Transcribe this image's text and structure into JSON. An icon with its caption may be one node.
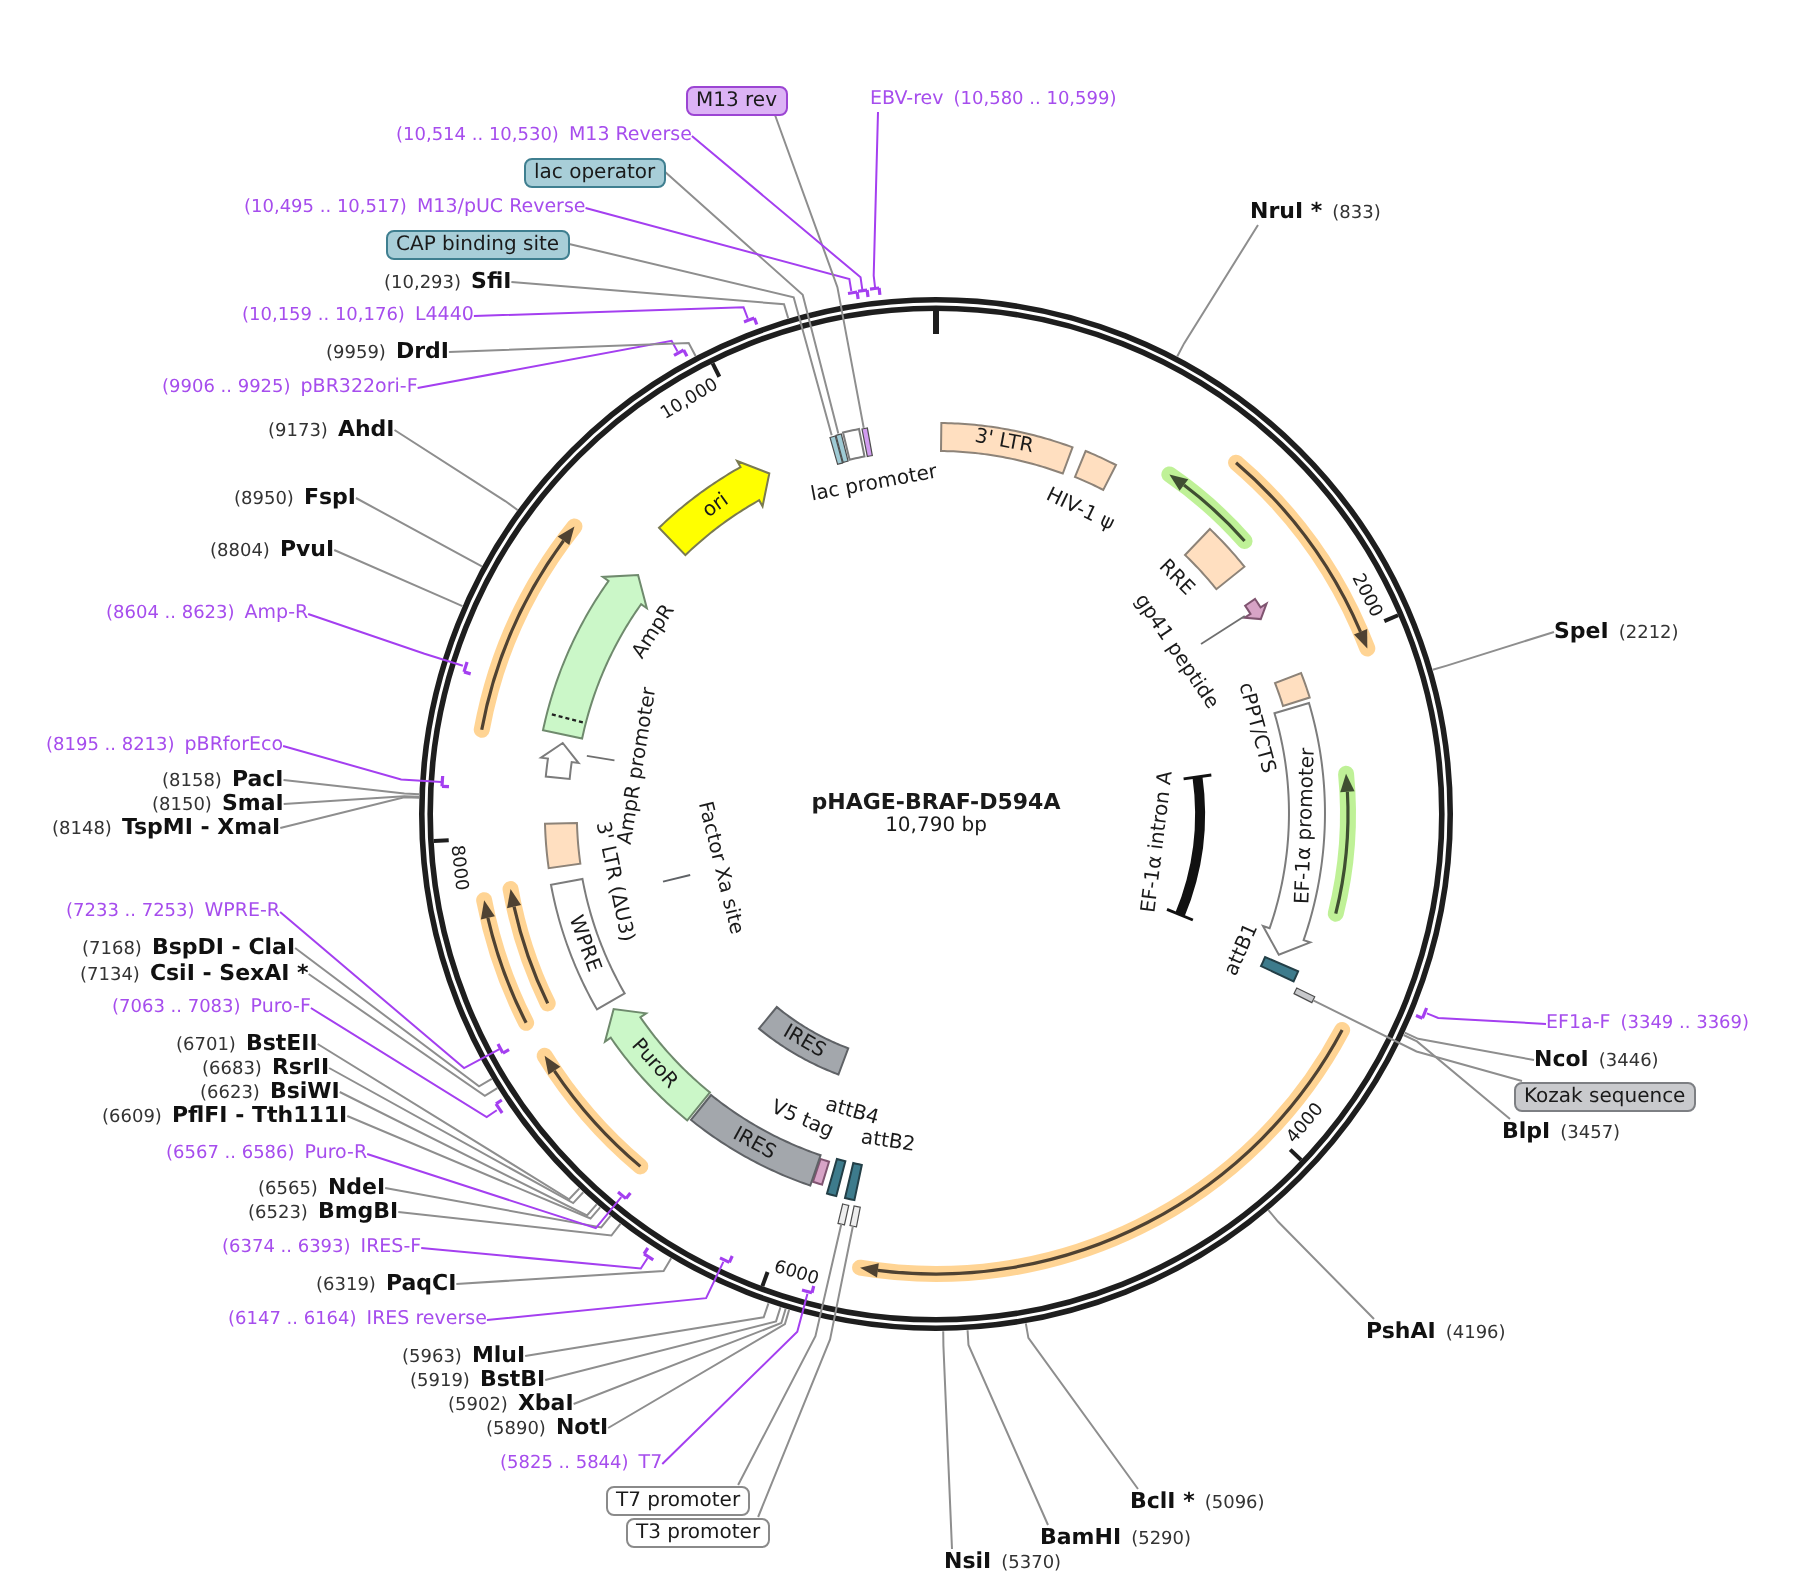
{
  "diagram": {
    "nodes": [
      {
        "text": [
          "pHAGE-BRAF-D594A",
          "10,790 bp"
        ]
      },
      {
        "text": [
          "3' LTR"
        ],
        "in": 0
      },
      {
        "text": [
          "HIV-1 ψ"
        ],
        "in": 0
      },
      {
        "text": [
          "RRE"
        ],
        "in": 0
      },
      {
        "text": [
          "gp41 peptide"
        ],
        "in": 0
      },
      {
        "text": [
          "cPPT/CTS"
        ],
        "in": 0
      },
      {
        "text": [
          "EF-1α promoter"
        ],
        "in": 0
      },
      {
        "text": [
          "EF-1α intron A"
        ],
        "in": 0
      },
      {
        "text": [
          "attB1"
        ],
        "in": 0
      },
      {
        "text": [
          "attB2"
        ],
        "in": 0
      },
      {
        "text": [
          "attB4"
        ],
        "in": 0
      },
      {
        "text": [
          "V5 tag"
        ],
        "in": 0
      },
      {
        "text": [
          "IRES"
        ],
        "in": 0
      },
      {
        "text": [
          "IRES"
        ],
        "in": 0
      },
      {
        "text": [
          "PuroR"
        ],
        "in": 0
      },
      {
        "text": [
          "WPRE"
        ],
        "in": 0
      },
      {
        "text": [
          "Factor Xa site"
        ],
        "in": 0
      },
      {
        "text": [
          "3' LTR (ΔU3)"
        ],
        "in": 0
      },
      {
        "text": [
          "AmpR promoter"
        ],
        "in": 0
      },
      {
        "text": [
          "AmpR"
        ],
        "in": 0
      },
      {
        "text": [
          "ori"
        ],
        "in": 0
      },
      {
        "text": [
          "lac promoter"
        ],
        "in": 0
      },
      {
        "text": [
          "NruI *",
          "(833)"
        ]
      },
      {
        "text": [
          "SpeI",
          "(2212)"
        ]
      },
      {
        "text": [
          "EF1a-F",
          "(3349 .. 3369)"
        ]
      },
      {
        "text": [],
        "shape": "arrow"
      },
      {
        "text": [
          "NcoI",
          "(3446)"
        ]
      },
      {
        "text": [
          "Kozak sequence"
        ]
      },
      {
        "text": [],
        "shape": "bar",
        "in": 0
      },
      {
        "text": [
          "BlpI",
          "(3457)"
        ]
      },
      {
        "text": [
          "PshAI",
          "(4196)"
        ]
      },
      {
        "text": [
          "BclI *",
          "(5096)"
        ]
      },
      {
        "text": [
          "BamHI",
          "(5290)"
        ]
      },
      {
        "text": [
          "NsiI",
          "(5370)"
        ]
      },
      {
        "text": [
          "T3 promoter"
        ]
      },
      {
        "text": [],
        "shape": "bar",
        "in": 0
      },
      {
        "text": [
          "T7 promoter"
        ]
      },
      {
        "text": [],
        "shape": "bar",
        "in": 0
      },
      {
        "text": [
          "(5825 .. 5844)",
          "T7"
        ]
      },
      {
        "text": [],
        "shape": "arrow",
        "in": 0
      },
      {
        "text": [
          "(5890)",
          "NotI"
        ]
      },
      {
        "text": [
          "(5902)",
          "XbaI"
        ]
      },
      {
        "text": [
          "(5919)",
          "BstBI"
        ]
      },
      {
        "text": [
          "(5963)",
          "MluI"
        ]
      },
      {
        "text": [
          "(6147 .. 6164)",
          "IRES reverse"
        ]
      },
      {
        "text": [],
        "shape": "arrow",
        "in": 0
      },
      {
        "text": [
          "(6319)",
          "PaqCI"
        ]
      },
      {
        "text": [
          "(6374 .. 6393)",
          "IRES-F"
        ]
      },
      {
        "text": [],
        "shape": "arrow"
      },
      {
        "text": [
          "(6523)",
          "BmgBI"
        ]
      },
      {
        "text": [
          "(6565)",
          "NdeI"
        ]
      },
      {
        "text": [
          "(6567 .. 6586)",
          "Puro-R"
        ]
      },
      {
        "text": [],
        "shape": "arrow",
        "in": 0
      },
      {
        "text": [
          "(6609)",
          "PflFI - Tth111I"
        ]
      },
      {
        "text": [
          "(6623)",
          "BsiWI"
        ]
      },
      {
        "text": [
          "(6683)",
          "RsrII"
        ]
      },
      {
        "text": [
          "(6701)",
          "BstEII"
        ]
      },
      {
        "text": [
          "(7063 .. 7083)",
          "Puro-F"
        ]
      },
      {
        "text": [],
        "shape": "arrow"
      },
      {
        "text": [
          "(7134)",
          "CsiI - SexAI *"
        ]
      },
      {
        "text": [
          "(7168)",
          "BspDI - ClaI"
        ]
      },
      {
        "text": [
          "(7233 .. 7253)",
          "WPRE-R"
        ]
      },
      {
        "text": [],
        "shape": "arrow",
        "in": 0
      },
      {
        "text": [
          "(8148)",
          "TspMI - XmaI"
        ]
      },
      {
        "text": [
          "(8150)",
          "SmaI"
        ]
      },
      {
        "text": [
          "(8158)",
          "PacI"
        ]
      },
      {
        "text": [
          "(8195 .. 8213)",
          "pBRforEco"
        ]
      },
      {
        "text": [],
        "shape": "arrow",
        "in": 0
      },
      {
        "text": [
          "(8604 .. 8623)",
          "Amp-R"
        ]
      },
      {
        "text": [],
        "shape": "arrow",
        "in": 0
      },
      {
        "text": [
          "(8804)",
          "PvuI"
        ]
      },
      {
        "text": [
          "(8950)",
          "FspI"
        ]
      },
      {
        "text": [
          "(9173)",
          "AhdI"
        ]
      },
      {
        "text": [
          "(9906 .. 9925)",
          "pBR322ori-F"
        ]
      },
      {
        "text": [],
        "shape": "arrow"
      },
      {
        "text": [
          "(9959)",
          "DrdI"
        ]
      },
      {
        "text": [
          "(10,159 .. 10,176)",
          "L4440"
        ]
      },
      {
        "text": [],
        "shape": "arrow"
      },
      {
        "text": [
          "(10,293)",
          "SfiI"
        ]
      },
      {
        "text": [
          "CAP binding site"
        ]
      },
      {
        "text": [],
        "shape": "bar",
        "in": 0
      },
      {
        "text": [
          "lac operator"
        ]
      },
      {
        "text": [],
        "shape": "bar",
        "in": 0
      },
      {
        "text": [
          "(10,495 .. 10,517)",
          "M13/pUC Reverse"
        ]
      },
      {
        "text": [],
        "shape": "arrow"
      },
      {
        "text": [
          "M13 rev"
        ]
      },
      {
        "text": [],
        "shape": "bar",
        "in": 0
      },
      {
        "text": [
          "(10,514 .. 10,530)",
          "M13 Reverse"
        ]
      },
      {
        "text": [],
        "shape": "arrow"
      },
      {
        "text": [
          "EBV-rev",
          "(10,580 .. 10,599)"
        ]
      },
      {
        "text": [],
        "shape": "arrow"
      }
    ],
    "edges": [
      {
        "from": 22,
        "to": 0,
        "arrow": "none"
      },
      {
        "from": 23,
        "to": 0,
        "arrow": "none"
      },
      {
        "from": 24,
        "to": 25,
        "arrow": "none",
        "color": "#a43ff0"
      },
      {
        "from": 26,
        "to": 0,
        "arrow": "none"
      },
      {
        "from": 27,
        "to": 28,
        "arrow": "none"
      },
      {
        "from": 29,
        "to": 0,
        "arrow": "none"
      },
      {
        "from": 30,
        "to": 0,
        "arrow": "none"
      },
      {
        "from": 31,
        "to": 0,
        "arrow": "none"
      },
      {
        "from": 32,
        "to": 0,
        "arrow": "none"
      },
      {
        "from": 33,
        "to": 0,
        "arrow": "none"
      },
      {
        "from": 34,
        "to": 35,
        "arrow": "none"
      },
      {
        "from": 36,
        "to": 37,
        "arrow": "none"
      },
      {
        "from": 38,
        "to": 39,
        "arrow": "none",
        "color": "#a43ff0"
      },
      {
        "from": 40,
        "to": 0,
        "arrow": "none"
      },
      {
        "from": 41,
        "to": 0,
        "arrow": "none"
      },
      {
        "from": 42,
        "to": 0,
        "arrow": "none"
      },
      {
        "from": 43,
        "to": 0,
        "arrow": "none"
      },
      {
        "from": 44,
        "to": 45,
        "arrow": "none",
        "color": "#a43ff0"
      },
      {
        "from": 46,
        "to": 0,
        "arrow": "none"
      },
      {
        "from": 47,
        "to": 48,
        "arrow": "none",
        "color": "#a43ff0"
      },
      {
        "from": 49,
        "to": 0,
        "arrow": "none"
      },
      {
        "from": 50,
        "to": 0,
        "arrow": "none"
      },
      {
        "from": 51,
        "to": 52,
        "arrow": "none",
        "color": "#a43ff0"
      },
      {
        "from": 53,
        "to": 0,
        "arrow": "none"
      },
      {
        "from": 54,
        "to": 0,
        "arrow": "none"
      },
      {
        "from": 55,
        "to": 0,
        "arrow": "none"
      },
      {
        "from": 56,
        "to": 0,
        "arrow": "none"
      },
      {
        "from": 57,
        "to": 58,
        "arrow": "none",
        "color": "#a43ff0"
      },
      {
        "from": 59,
        "to": 0,
        "arrow": "none"
      },
      {
        "from": 60,
        "to": 0,
        "arrow": "none"
      },
      {
        "from": 61,
        "to": 62,
        "arrow": "none",
        "color": "#a43ff0"
      },
      {
        "from": 63,
        "to": 0,
        "arrow": "none"
      },
      {
        "from": 64,
        "to": 0,
        "arrow": "none"
      },
      {
        "from": 65,
        "to": 0,
        "arrow": "none"
      },
      {
        "from": 66,
        "to": 67,
        "arrow": "none",
        "color": "#a43ff0"
      },
      {
        "from": 68,
        "to": 69,
        "arrow": "none",
        "color": "#a43ff0"
      },
      {
        "from": 70,
        "to": 0,
        "arrow": "none"
      },
      {
        "from": 71,
        "to": 0,
        "arrow": "none"
      },
      {
        "from": 72,
        "to": 0,
        "arrow": "none"
      },
      {
        "from": 73,
        "to": 74,
        "arrow": "none",
        "color": "#a43ff0"
      },
      {
        "from": 75,
        "to": 0,
        "arrow": "none"
      },
      {
        "from": 76,
        "to": 77,
        "arrow": "none",
        "color": "#a43ff0"
      },
      {
        "from": 78,
        "to": 0,
        "arrow": "none"
      },
      {
        "from": 79,
        "to": 80,
        "arrow": "none"
      },
      {
        "from": 81,
        "to": 82,
        "arrow": "none"
      },
      {
        "from": 83,
        "to": 84,
        "arrow": "none",
        "color": "#a43ff0"
      },
      {
        "from": 85,
        "to": 86,
        "arrow": "none"
      },
      {
        "from": 87,
        "to": 88,
        "arrow": "none",
        "color": "#a43ff0"
      },
      {
        "from": 89,
        "to": 90,
        "arrow": "none",
        "color": "#a43ff0"
      }
    ],
    "labels": [
      "2000",
      "4000",
      "6000",
      "8000",
      "10,000"
    ]
  }
}
